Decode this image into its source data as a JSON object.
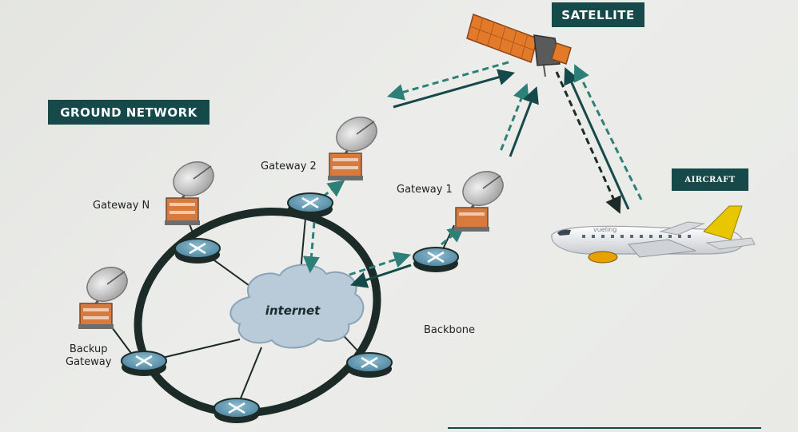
{
  "titles": {
    "satellite": "SATELLITE",
    "ground_network": "GROUND NETWORK",
    "aircraft": "AIRCRAFT"
  },
  "labels": {
    "gateway_2": "Gateway 2",
    "gateway_1": "Gateway 1",
    "gateway_n": "Gateway N",
    "backup_gateway_line1": "Backup",
    "backup_gateway_line2": "Gateway",
    "backbone": "Backbone",
    "internet": "internet"
  },
  "aircraft_livery": "vueling",
  "colors": {
    "title_bg": "#16494a",
    "title_text": "#ffffff",
    "ring": "#1c2a28",
    "link_solid": "#16494a",
    "link_dashed": "#2d8077",
    "router_fill": "#6aa0b6",
    "cloud_fill": "#b9cbd9",
    "satellite_panel": "#e27a2a",
    "aircraft_tail": "#e8c600"
  }
}
